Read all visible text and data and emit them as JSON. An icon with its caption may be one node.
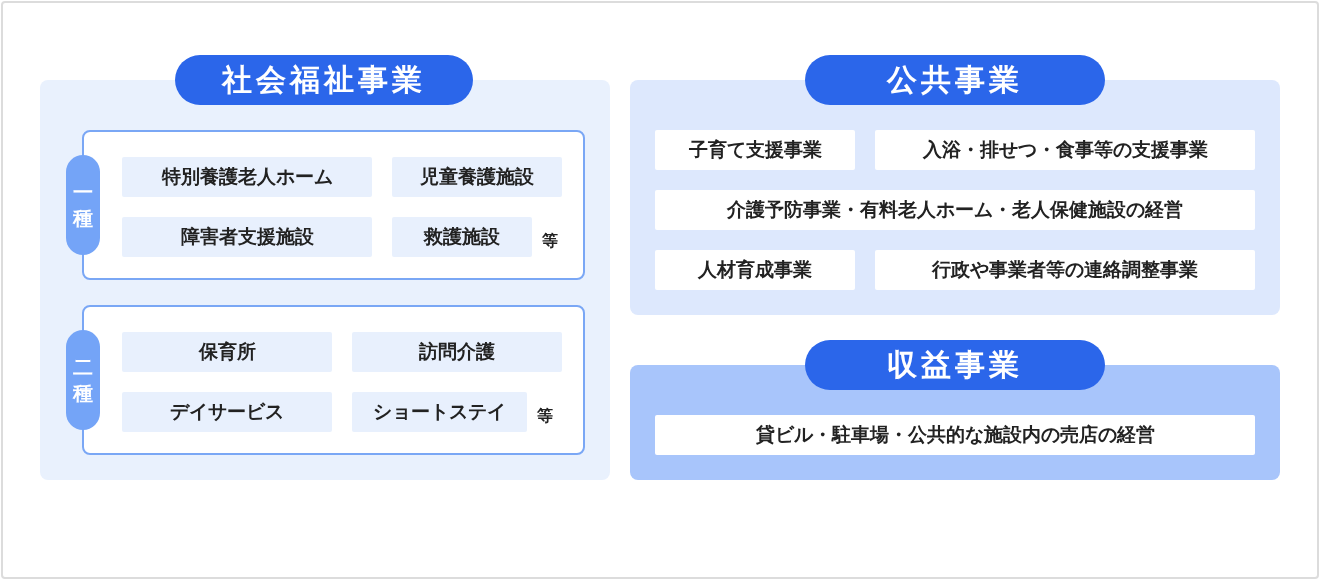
{
  "diagram": {
    "nodes": [
      {
        "text": [
          "社会福祉事業"
        ]
      },
      {
        "text": [
          "一種"
        ],
        "in": 0
      },
      {
        "text": [],
        "shape": "box",
        "in": 0
      },
      {
        "text": [
          "特別養護老人ホーム"
        ],
        "in": 2
      },
      {
        "text": [
          "児童養護施設"
        ],
        "in": 2
      },
      {
        "text": [
          "障害者支援施設"
        ],
        "in": 2
      },
      {
        "text": [
          "救護施設"
        ],
        "in": 2,
        "beside": [
          "等"
        ]
      },
      {
        "text": [
          "二種"
        ],
        "in": 0
      },
      {
        "text": [],
        "shape": "box",
        "in": 0
      },
      {
        "text": [
          "保育所"
        ],
        "in": 8
      },
      {
        "text": [
          "訪問介護"
        ],
        "in": 8
      },
      {
        "text": [
          "デイサービス"
        ],
        "in": 8
      },
      {
        "text": [
          "ショートステイ"
        ],
        "in": 8,
        "beside": [
          "等"
        ]
      },
      {
        "text": [
          "公共事業"
        ]
      },
      {
        "text": [
          "子育て支援事業"
        ],
        "in": 13
      },
      {
        "text": [
          "入浴・排せつ・食事等の支援事業"
        ],
        "in": 13
      },
      {
        "text": [
          "介護予防事業・有料老人ホーム・老人保健施設の経営"
        ],
        "in": 13
      },
      {
        "text": [
          "人材育成事業"
        ],
        "in": 13
      },
      {
        "text": [
          "行政や事業者等の連絡調整事業"
        ],
        "in": 13
      },
      {
        "text": [
          "収益事業"
        ]
      },
      {
        "text": [
          "貸ビル・駐車場・公共的な施設内の売店の経営"
        ],
        "in": 19
      }
    ]
  }
}
